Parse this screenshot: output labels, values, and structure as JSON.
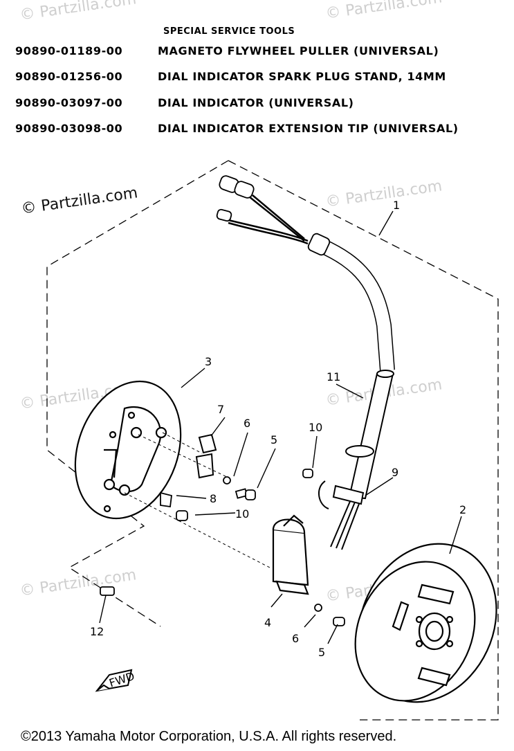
{
  "header": {
    "title": "SPECIAL SERVICE TOOLS"
  },
  "tools": [
    {
      "part_number": "90890-01189-00",
      "description": "MAGNETO FLYWHEEL PULLER (UNIVERSAL)"
    },
    {
      "part_number": "90890-01256-00",
      "description": "DIAL INDICATOR SPARK PLUG STAND, 14MM"
    },
    {
      "part_number": "90890-03097-00",
      "description": "DIAL INDICATOR (UNIVERSAL)"
    },
    {
      "part_number": "90890-03098-00",
      "description": "DIAL INDICATOR EXTENSION TIP (UNIVERSAL)"
    }
  ],
  "watermarks": {
    "main": "© Partzilla.com",
    "faded": "© Partzilla.com"
  },
  "callouts": {
    "c1": "1",
    "c2": "2",
    "c3": "3",
    "c4": "4",
    "c5a": "5",
    "c5b": "5",
    "c6a": "6",
    "c6b": "6",
    "c7": "7",
    "c8": "8",
    "c9": "9",
    "c10a": "10",
    "c10b": "10",
    "c11": "11",
    "c12": "12"
  },
  "fwd_label": "FWD",
  "footer": "©2013 Yamaha Motor Corporation, U.S.A. All rights reserved."
}
